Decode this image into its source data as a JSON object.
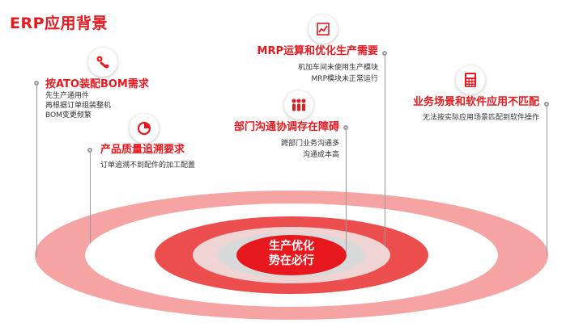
{
  "title": "ERP应用背景",
  "center": {
    "line1": "生产优化",
    "line2": "势在必行"
  },
  "items": [
    {
      "heading": "按ATO装配BOM需求",
      "lines": [
        "先生产通用件",
        "再根据订单组装整机",
        "BOM变更频繁"
      ],
      "icon": "wrench-gear-icon"
    },
    {
      "heading": "产品质量追溯要求",
      "lines": [
        "订单追溯不到配件的加工配置"
      ],
      "icon": "pie-chart-icon"
    },
    {
      "heading": "MRP运算和优化生产需要",
      "lines": [
        "机加车间未使用生产模块",
        "MRP模块未正常运行"
      ],
      "icon": "line-chart-icon"
    },
    {
      "heading": "部门沟通协调存在障碍",
      "lines": [
        "跨部门业务沟通多",
        "沟通成本高"
      ],
      "icon": "people-icon"
    },
    {
      "heading": "业务场景和软件应用不匹配",
      "lines": [
        "无法按实际应用场景匹配到软件操作"
      ],
      "icon": "calculator-icon"
    }
  ],
  "colors": {
    "accent": "#e8191e",
    "ring_outer": "#f6a3a3",
    "ring_mid": "#ec4e4e",
    "ring_light": "#f4cccc",
    "ring_inner": "#e8191e",
    "ring_gray": "#d9d9d9"
  }
}
